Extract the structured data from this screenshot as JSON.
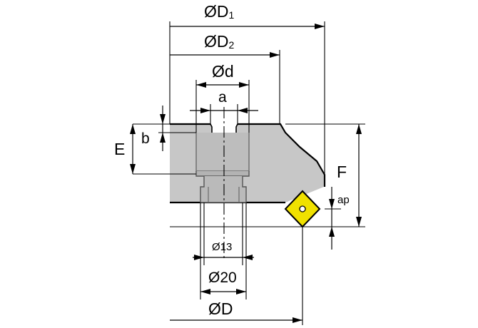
{
  "labels": {
    "D1_main": "ØD",
    "D1_sub": "1",
    "D2_main": "ØD",
    "D2_sub": "2",
    "d": "Ød",
    "a": "a",
    "b": "b",
    "E": "E",
    "F": "F",
    "ap": "ap",
    "phi13": "Ø13",
    "phi20": "Ø20",
    "D": "ØD"
  },
  "colors": {
    "body_fill": "#c7c7c7",
    "insert_fill": "#f0e100",
    "line": "#000000",
    "background": "#ffffff"
  }
}
